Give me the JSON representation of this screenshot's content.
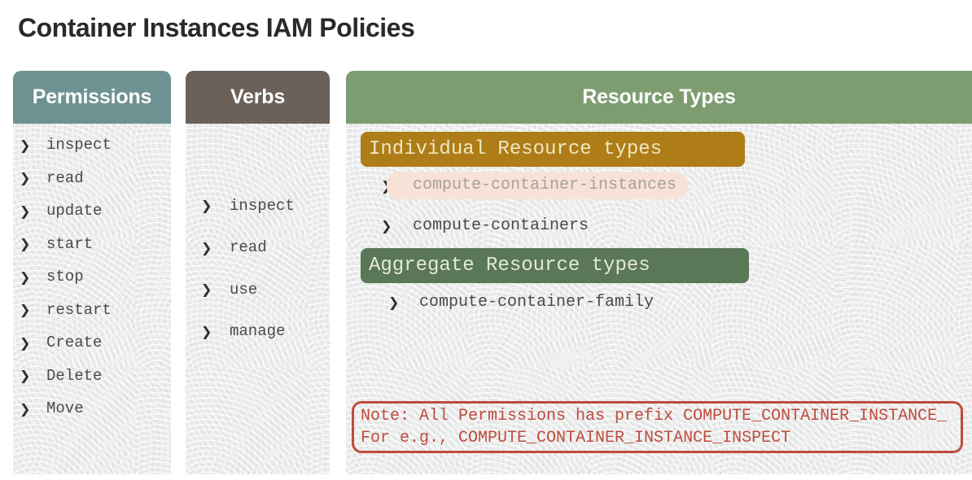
{
  "title": "Container Instances IAM Policies",
  "bullet_glyph": "❯",
  "columns": {
    "permissions": {
      "header": "Permissions",
      "items": [
        "inspect",
        "read",
        "update",
        "start",
        "stop",
        "restart",
        "Create",
        "Delete",
        "Move"
      ]
    },
    "verbs": {
      "header": "Verbs",
      "items": [
        "inspect",
        "read",
        "use",
        "manage"
      ]
    },
    "resource_types": {
      "header": "Resource Types",
      "individual": {
        "label": "Individual Resource types",
        "items": [
          {
            "text": "compute-container-instances",
            "highlighted": true
          },
          {
            "text": "compute-containers",
            "highlighted": false
          }
        ]
      },
      "aggregate": {
        "label": "Aggregate Resource types",
        "items": [
          {
            "text": "compute-container-family",
            "highlighted": false
          }
        ]
      },
      "note": {
        "line1": "Note: All Permissions has prefix COMPUTE_CONTAINER_INSTANCE_",
        "line2": "For e.g., COMPUTE_CONTAINER_INSTANCE_INSPECT"
      }
    }
  },
  "colors": {
    "title_text": "#2B2A28",
    "permissions_header_bg": "#6E9292",
    "verbs_header_bg": "#6B6159",
    "resource_header_bg": "#7D9D71",
    "column_bg": "#E9EAEA",
    "individual_badge_bg": "#AE7D18",
    "individual_badge_text": "#EFE6C2",
    "aggregate_badge_bg": "#5A7758",
    "aggregate_badge_text": "#E3EAD9",
    "highlight_bg": "#F8E2D8",
    "highlight_text": "#A5A19D",
    "item_text": "#4D4A45",
    "bullet": "#31302C",
    "note_accent": "#BF4B3D"
  }
}
